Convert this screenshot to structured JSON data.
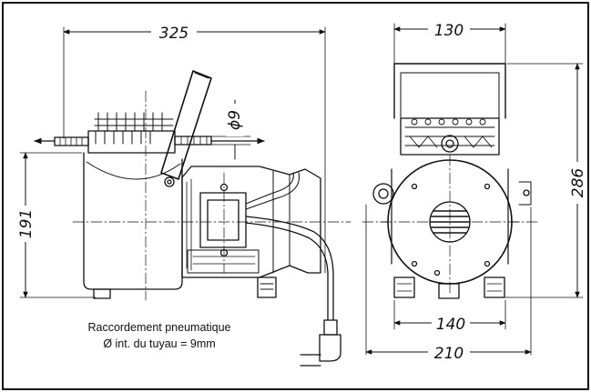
{
  "dimensions": {
    "overall_length": "325",
    "height_left": "191",
    "port_diameter": "ϕ9",
    "front_width": "130",
    "front_height": "286",
    "base_inner": "140",
    "base_outer": "210"
  },
  "caption": {
    "line1": "Raccordement pneumatique",
    "line2": "Ø int. du tuyau = 9mm"
  }
}
